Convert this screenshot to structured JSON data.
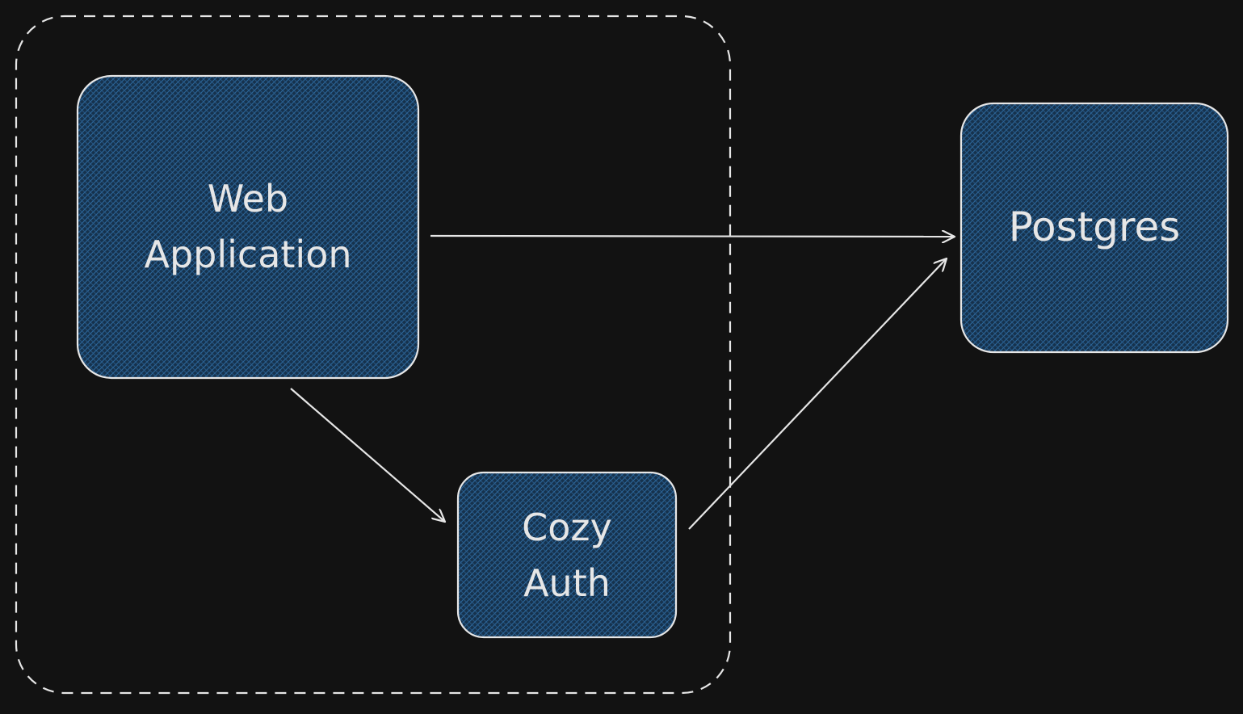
{
  "colors": {
    "background": "#121212",
    "stroke": "#e6e6e6",
    "node_fill": "#1a3a5a",
    "hatch": "#2f6fa8"
  },
  "nodes": {
    "web_app": {
      "line1": "Web",
      "line2": "Application"
    },
    "cozy_auth": {
      "line1": "Cozy",
      "line2": "Auth"
    },
    "postgres": {
      "label": "Postgres"
    }
  },
  "edges": [
    {
      "from": "Web Application",
      "to": "Postgres"
    },
    {
      "from": "Web Application",
      "to": "Cozy Auth"
    },
    {
      "from": "Cozy Auth",
      "to": "Postgres"
    }
  ]
}
